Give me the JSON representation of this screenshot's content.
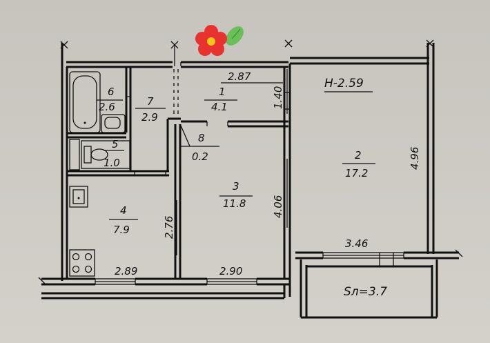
{
  "plan": {
    "ceiling_label": "H-2.59",
    "rooms": [
      {
        "num": "1",
        "area": "4.1"
      },
      {
        "num": "2",
        "area": "17.2"
      },
      {
        "num": "3",
        "area": "11.8"
      },
      {
        "num": "4",
        "area": "7.9"
      },
      {
        "num": "5",
        "area": "1.0"
      },
      {
        "num": "6",
        "area": "2.6"
      },
      {
        "num": "7",
        "area": "2.9"
      },
      {
        "num": "8",
        "area": "0.2"
      }
    ],
    "dimensions": {
      "hall_width": "2.87",
      "hall_depth": "1.40",
      "room2_length": "4.96",
      "room2_width": "3.46",
      "room3_length": "4.06",
      "room3_width": "2.90",
      "kitchen_length": "2.76",
      "kitchen_width": "2.89"
    },
    "balcony_label": "Sл=3.7"
  },
  "colors": {
    "ink": "#111111",
    "paper": "#c9c6c1",
    "flower_petal": "#e8322f",
    "flower_center": "#f5c518",
    "leaf": "#6bbf59"
  },
  "sticker": "flower-sticker"
}
